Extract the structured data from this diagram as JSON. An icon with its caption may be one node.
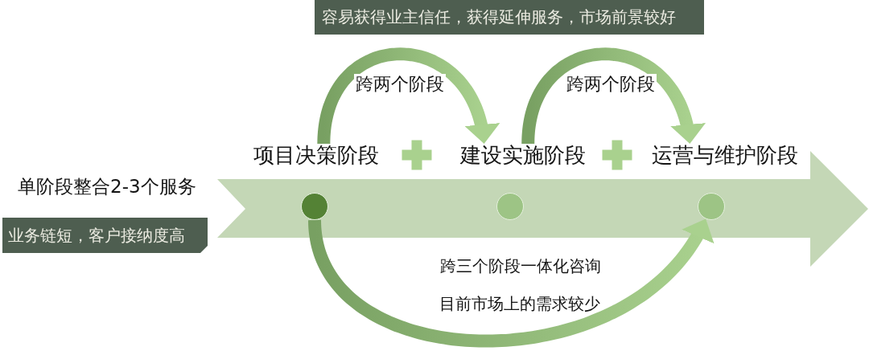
{
  "diagram": {
    "nodes": [
      {
        "text": [
          "容易获得业主信任，获得延伸服务，市场前景较好"
        ]
      },
      {
        "text": [
          "项目决策阶段"
        ]
      },
      {
        "text": [
          "建设实施阶段"
        ]
      },
      {
        "text": [
          "运营与维护阶段"
        ]
      },
      {
        "text": [
          "业务链短，客户接纳度高"
        ]
      },
      {
        "text": [],
        "shape": "circle"
      },
      {
        "text": [],
        "shape": "circle"
      },
      {
        "text": [],
        "shape": "circle"
      }
    ],
    "edges": [
      {
        "from": 1,
        "to": 2,
        "arrow": "to",
        "label": "跨两个阶段"
      },
      {
        "from": 2,
        "to": 3,
        "arrow": "to",
        "label": "跨两个阶段"
      },
      {
        "from": 5,
        "to": 7,
        "arrow": "to",
        "label": "跨三个阶段一体化咨询"
      }
    ],
    "labels": [
      "单阶段整合2-3个服务",
      "目前市场上的需求较少"
    ]
  }
}
